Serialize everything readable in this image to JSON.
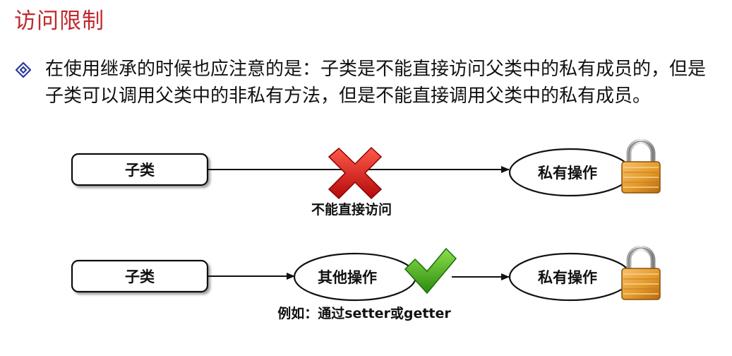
{
  "title": "访问限制",
  "bullet_icon": "diamond-bullet-icon",
  "description": "在使用继承的时候也应注意的是：子类是不能直接访问父类中的私有成员的，但是子类可以调用父类中的非私有方法，但是不能直接调用父类中的私有成员。",
  "diagram": {
    "row1": {
      "subclass_label": "子类",
      "private_label": "私有操作",
      "caption": "不能直接访问",
      "marker_icon": "red-x-icon",
      "lock_icon": "padlock-icon"
    },
    "row2": {
      "subclass_label": "子类",
      "other_label": "其他操作",
      "private_label": "私有操作",
      "caption": "例如：通过setter或getter",
      "marker_icon": "green-check-icon",
      "lock_icon": "padlock-icon"
    }
  },
  "colors": {
    "title": "#c0282d",
    "bullet": "#2a3a9a",
    "cross": "#d4141a",
    "check": "#3aa21a",
    "lock": "#e39a2c"
  }
}
